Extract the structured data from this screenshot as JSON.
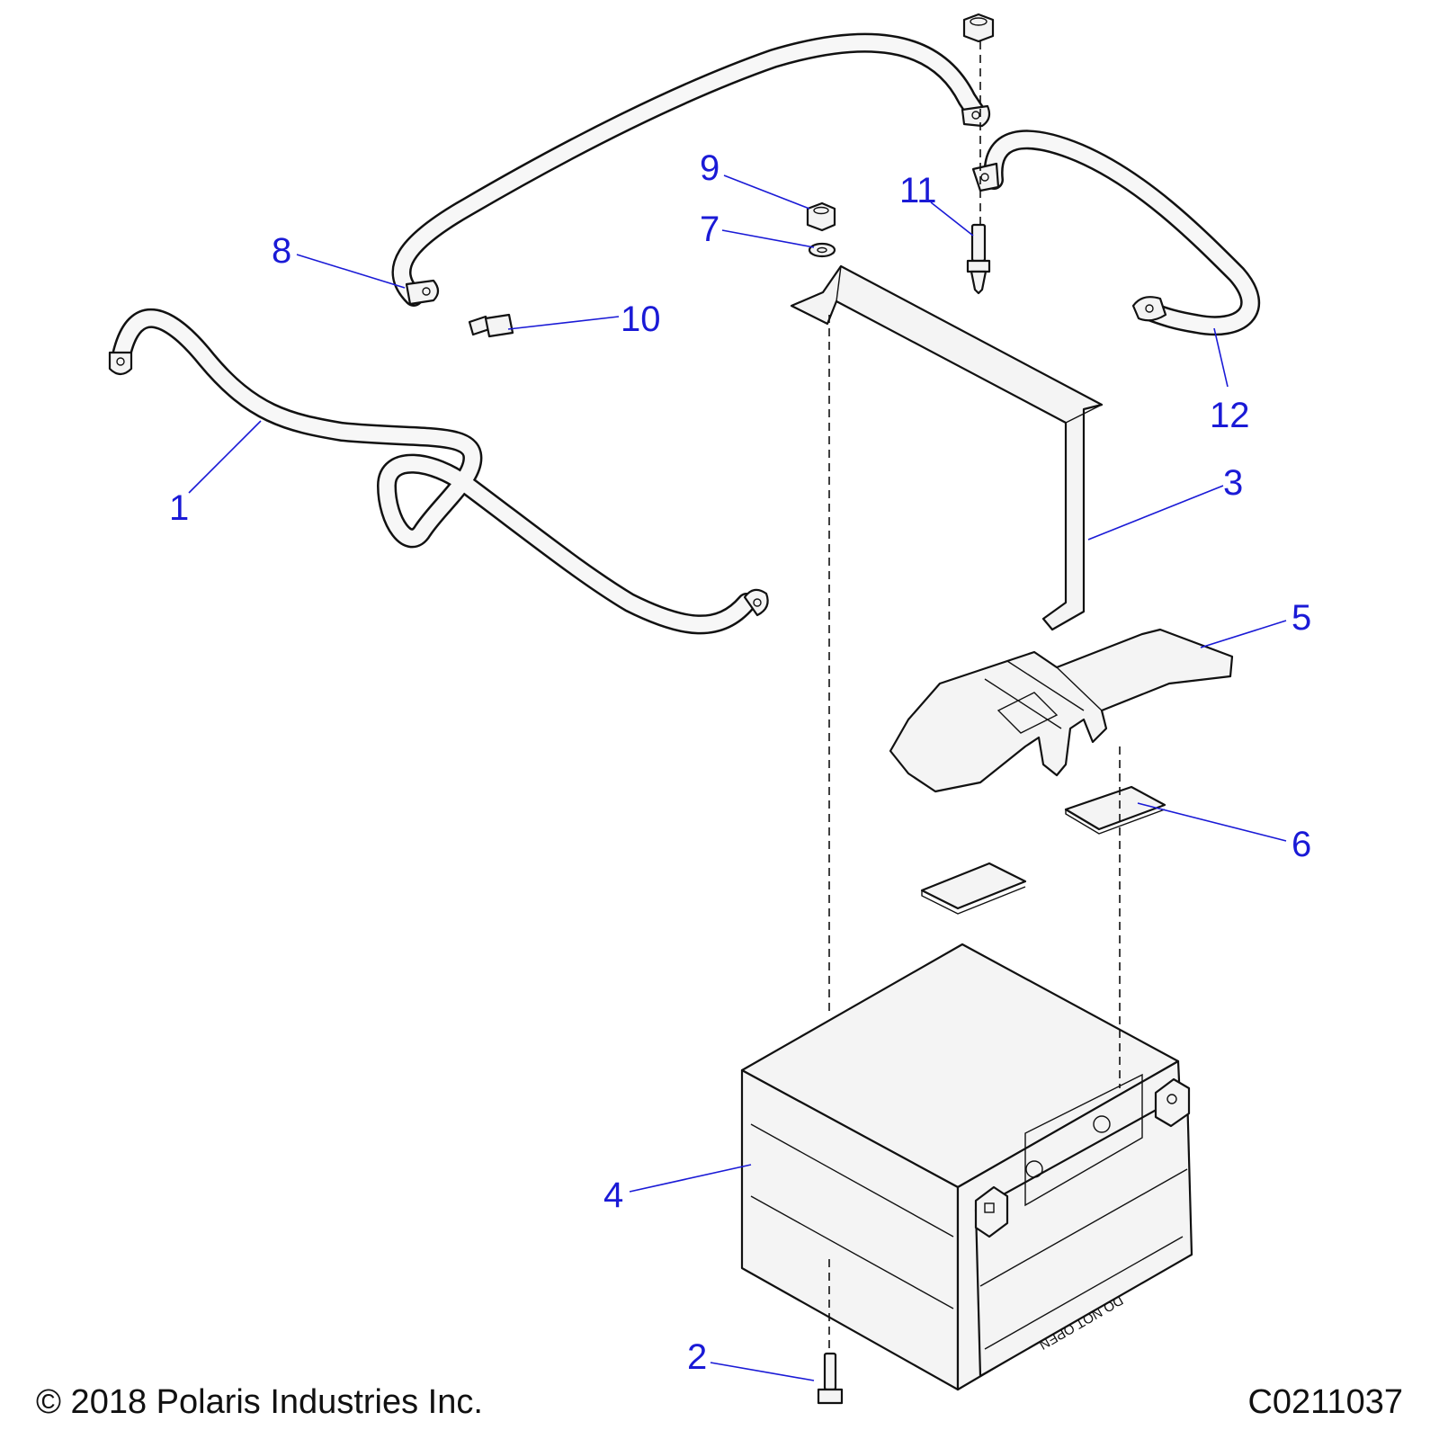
{
  "callouts": [
    {
      "number": "1"
    },
    {
      "number": "2"
    },
    {
      "number": "3"
    },
    {
      "number": "4"
    },
    {
      "number": "5"
    },
    {
      "number": "6"
    },
    {
      "number": "7"
    },
    {
      "number": "8"
    },
    {
      "number": "9"
    },
    {
      "number": "10"
    },
    {
      "number": "11"
    },
    {
      "number": "12"
    }
  ],
  "battery_label": "DO NOT OPEN",
  "footer": {
    "copyright": "© 2018 Polaris Industries Inc.",
    "drawing_code": "C0211037"
  },
  "colors": {
    "callout": "#1a1ad6",
    "line": "#111111",
    "part_fill": "#f4f4f4",
    "background": "#ffffff"
  }
}
